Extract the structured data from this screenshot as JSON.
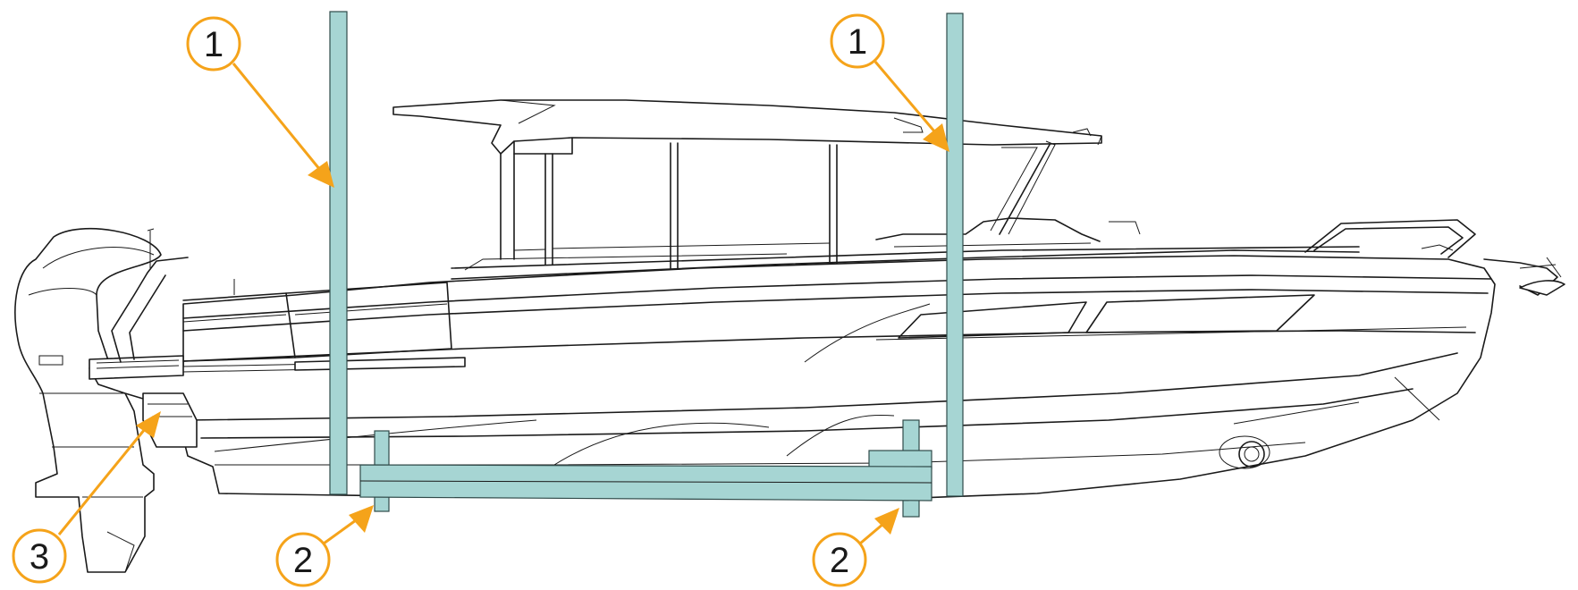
{
  "diagram": {
    "colors": {
      "sling": "#a6d5d3",
      "callout": "#f5a31a",
      "line": "#1a1a1a"
    },
    "callouts": [
      {
        "id": "sling-aft",
        "label": "1"
      },
      {
        "id": "sling-fwd",
        "label": "1"
      },
      {
        "id": "support-aft",
        "label": "2"
      },
      {
        "id": "support-fwd",
        "label": "2"
      },
      {
        "id": "transom-point",
        "label": "3"
      }
    ]
  }
}
